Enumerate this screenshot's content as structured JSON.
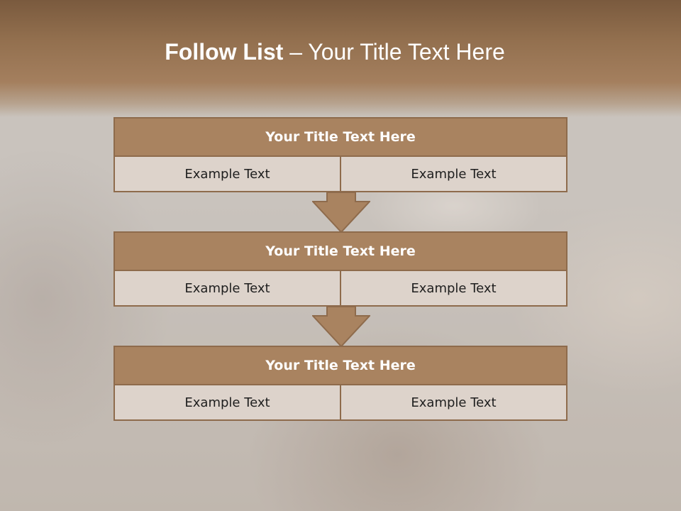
{
  "slide": {
    "title_bold": "Follow List",
    "title_rest": "– Your Title Text Here"
  },
  "blocks": [
    {
      "title": "Your Title Text Here",
      "left": "Example Text",
      "right": "Example Text"
    },
    {
      "title": "Your Title Text Here",
      "left": "Example Text",
      "right": "Example Text"
    },
    {
      "title": "Your Title Text Here",
      "left": "Example Text",
      "right": "Example Text"
    }
  ],
  "colors": {
    "header": "#93704f",
    "bar": "#a98360",
    "cell": "#ddd3cb",
    "border": "#8e6b4c"
  }
}
